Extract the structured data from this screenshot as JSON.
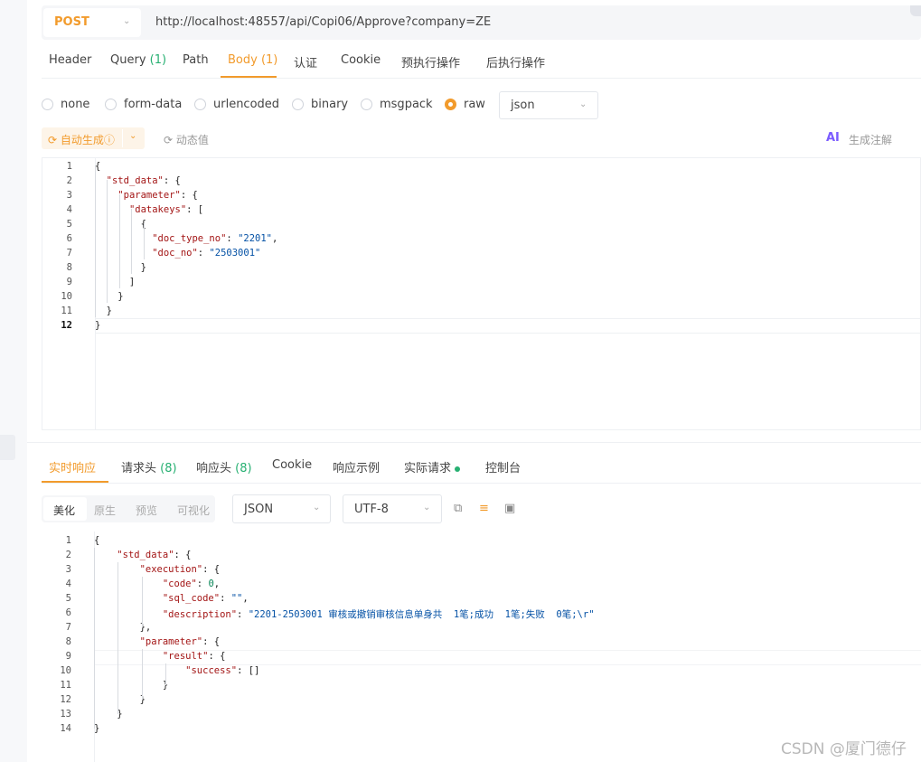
{
  "request": {
    "method": "POST",
    "url": "http://localhost:48557/api/Copi06/Approve?company=ZE",
    "tabs": [
      {
        "label": "Header",
        "count": ""
      },
      {
        "label": "Query",
        "count": "(1)"
      },
      {
        "label": "Path",
        "count": ""
      },
      {
        "label": "Body",
        "count": "(1)"
      },
      {
        "label": "认证",
        "count": ""
      },
      {
        "label": "Cookie",
        "count": ""
      },
      {
        "label": "预执行操作",
        "count": ""
      },
      {
        "label": "后执行操作",
        "count": ""
      }
    ],
    "active_tab": "Body",
    "body_types": [
      "none",
      "form-data",
      "urlencoded",
      "binary",
      "msgpack",
      "raw"
    ],
    "selected_body_type": "raw",
    "format": "json",
    "auto_generate_label": "自动生成",
    "dynamic_value_label": "动态值",
    "ai_badge": "AI",
    "ai_comment_label": "生成注解",
    "body_lines": [
      "{",
      "  \"std_data\": {",
      "    \"parameter\": {",
      "      \"datakeys\": [",
      "        {",
      "          \"doc_type_no\": \"2201\",",
      "          \"doc_no\": \"2503001\"",
      "        }",
      "      ]",
      "    }",
      "  }",
      "}"
    ],
    "current_line": 12
  },
  "response": {
    "tabs": [
      {
        "label": "实时响应",
        "count": ""
      },
      {
        "label": "请求头",
        "count": "(8)"
      },
      {
        "label": "响应头",
        "count": "(8)"
      },
      {
        "label": "Cookie",
        "count": ""
      },
      {
        "label": "响应示例",
        "count": ""
      },
      {
        "label": "实际请求",
        "count": ""
      },
      {
        "label": "控制台",
        "count": ""
      }
    ],
    "active_tab": "实时响应",
    "view_modes": [
      "美化",
      "原生",
      "预览",
      "可视化"
    ],
    "selected_view_mode": "美化",
    "format": "JSON",
    "encoding": "UTF-8",
    "body_lines": [
      "{",
      "    \"std_data\": {",
      "        \"execution\": {",
      "            \"code\": 0,",
      "            \"sql_code\": \"\",",
      "            \"description\": \"2201-2503001 审核或撤销审核信息单身共  1笔;成功  1笔;失败  0笔;\\r\"",
      "        },",
      "        \"parameter\": {",
      "            \"result\": {",
      "                \"success\": []",
      "            }",
      "        }",
      "    }",
      "}"
    ]
  },
  "watermark": "CSDN @厦门德仔",
  "colors": {
    "accent": "#f29b2c",
    "count": "#27b072",
    "json_key": "#a31515",
    "json_string": "#0451a5",
    "json_number": "#098658"
  }
}
